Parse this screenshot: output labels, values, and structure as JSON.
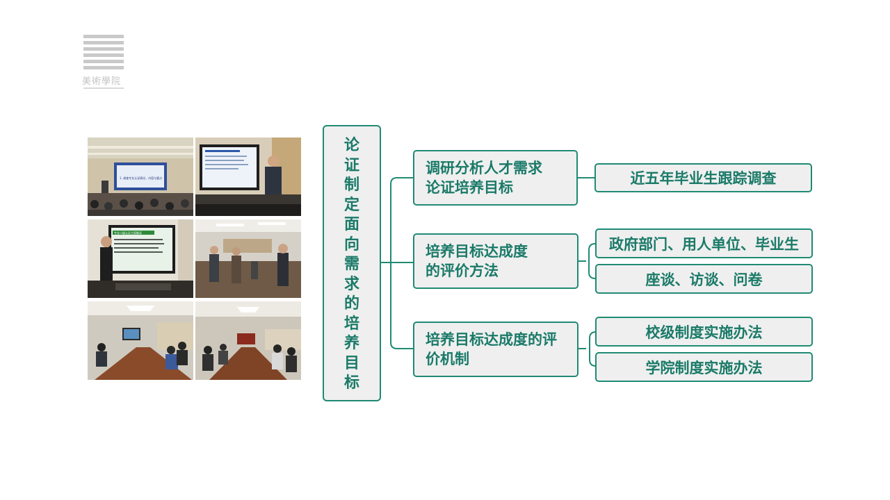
{
  "logo": {
    "text": "美術學院"
  },
  "title": {
    "chars": [
      "论",
      "证",
      "制",
      "定",
      "面",
      "向",
      "需",
      "求",
      "的",
      "培",
      "养",
      "目",
      "标"
    ]
  },
  "branches": [
    {
      "lines": [
        "调研分析人才需求",
        "论证培养目标"
      ],
      "leaves": [
        "近五年毕业生跟踪调查"
      ]
    },
    {
      "lines": [
        "培养目标达成度",
        "的评价方法"
      ],
      "leaves": [
        "政府部门、用人单位、毕业生",
        "座谈、访谈、问卷"
      ]
    },
    {
      "lines": [
        "培养目标达成度的评",
        "价机制"
      ],
      "leaves": [
        "校级制度实施办法",
        "学院制度实施办法"
      ]
    }
  ],
  "photo_slide_text": {
    "p1": "1. 调查专业认证情况、内容与要点",
    "p3": "专业二级认证方案解读"
  },
  "colors": {
    "accent": "#1f8a74",
    "text": "#1a7a68",
    "box_fill": "#efefef"
  }
}
